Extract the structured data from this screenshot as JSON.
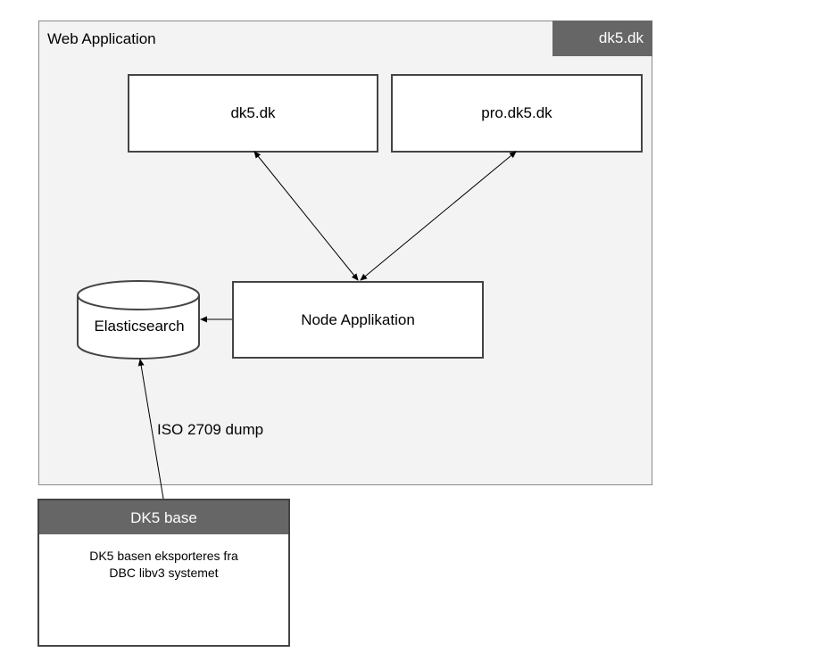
{
  "container": {
    "title": "Web Application",
    "tag": "dk5.dk"
  },
  "nodes": {
    "dk5": "dk5.dk",
    "pro": "pro.dk5.dk",
    "node_app": "Node Applikation",
    "elasticsearch": "Elasticsearch"
  },
  "edges": {
    "iso_label": "ISO 2709 dump"
  },
  "base": {
    "header": "DK5 base",
    "line1": "DK5 basen eksporteres fra",
    "line2": "DBC libv3 systemet"
  },
  "colors": {
    "container_bg": "#f3f3f3",
    "tag_bg": "#666666",
    "border": "#444444",
    "arrow": "#000000"
  }
}
